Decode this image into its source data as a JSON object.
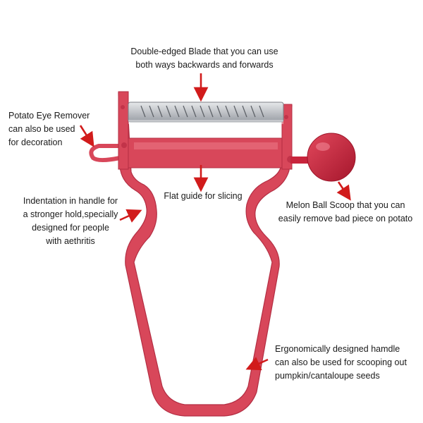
{
  "colors": {
    "handle": "#d8475a",
    "handle_edge": "#b32e43",
    "handle_highlight": "#ec7a88",
    "ball": "#c8243c",
    "blade": "#c9ccd1",
    "blade_dark": "#7b7f86",
    "arrow": "#d11b1b",
    "text": "#1a1a1a"
  },
  "icons": {
    "peeler": "peeler-icon",
    "arrow": "red-arrow-icon"
  },
  "callouts": {
    "blade": {
      "lines": [
        "Double-edged Blade that you can use",
        "both ways backwards and forwards"
      ]
    },
    "eye_remover": {
      "lines": [
        "Potato Eye Remover",
        "can also be used",
        "for decoration"
      ]
    },
    "flat_guide": {
      "lines": [
        "Flat guide for slicing"
      ]
    },
    "melon_ball": {
      "lines": [
        "Melon Ball Scoop that you can",
        "easily remove bad piece on potato"
      ]
    },
    "indentation": {
      "lines": [
        "Indentation in handle for",
        "a stronger hold,specially",
        "designed for people",
        "with aethritis"
      ]
    },
    "handle": {
      "lines": [
        "Ergonomically designed hamdle",
        "can also be used for scooping out",
        "pumpkin/cantaloupe seeds"
      ]
    }
  }
}
